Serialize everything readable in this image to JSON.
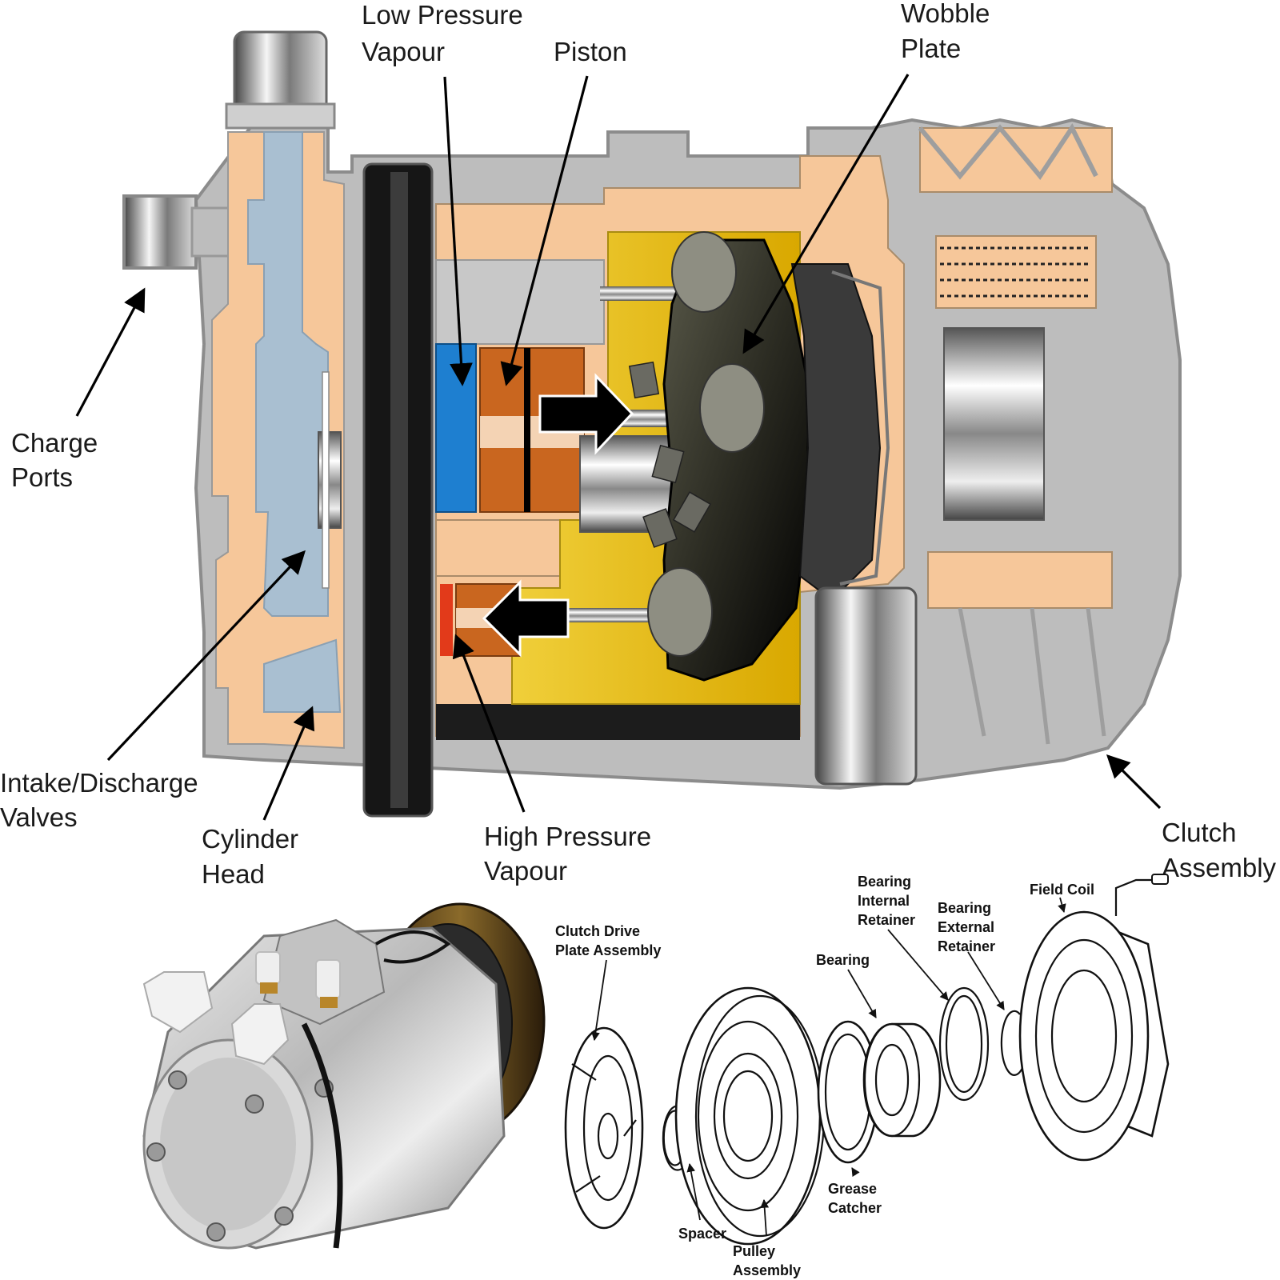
{
  "cutaway": {
    "labels": {
      "low_pressure": [
        "Low Pressure",
        "Vapour"
      ],
      "piston": [
        "Piston"
      ],
      "wobble_plate": [
        "Wobble",
        "Plate"
      ],
      "charge_ports": [
        "Charge",
        "Ports"
      ],
      "intake_discharge": [
        "Intake/Discharge",
        "Valves"
      ],
      "cylinder_head": [
        "Cylinder",
        "Head"
      ],
      "high_pressure": [
        "High Pressure",
        "Vapour"
      ],
      "clutch_assembly": [
        "Clutch",
        "Assembly"
      ]
    },
    "colors": {
      "housing_grey": "#bdbdbd",
      "peach": "#f6c79a",
      "light_blue": "#a9bfd1",
      "low_pressure_blue": "#1e7fd0",
      "high_pressure_red": "#e23a1a",
      "piston_orange": "#c9661f",
      "chamber_yellow": "#e8c31a"
    }
  },
  "exploded": {
    "labels": {
      "clutch_drive_plate": [
        "Clutch Drive",
        "Plate Assembly"
      ],
      "bearing_internal_retainer": [
        "Bearing",
        "Internal",
        "Retainer"
      ],
      "bearing_external_retainer": [
        "Bearing",
        "External",
        "Retainer"
      ],
      "field_coil": [
        "Field Coil"
      ],
      "bearing": [
        "Bearing"
      ],
      "grease_catcher": [
        "Grease",
        "Catcher"
      ],
      "spacer": [
        "Spacer"
      ],
      "pulley_assembly": [
        "Pulley",
        "Assembly"
      ]
    }
  }
}
